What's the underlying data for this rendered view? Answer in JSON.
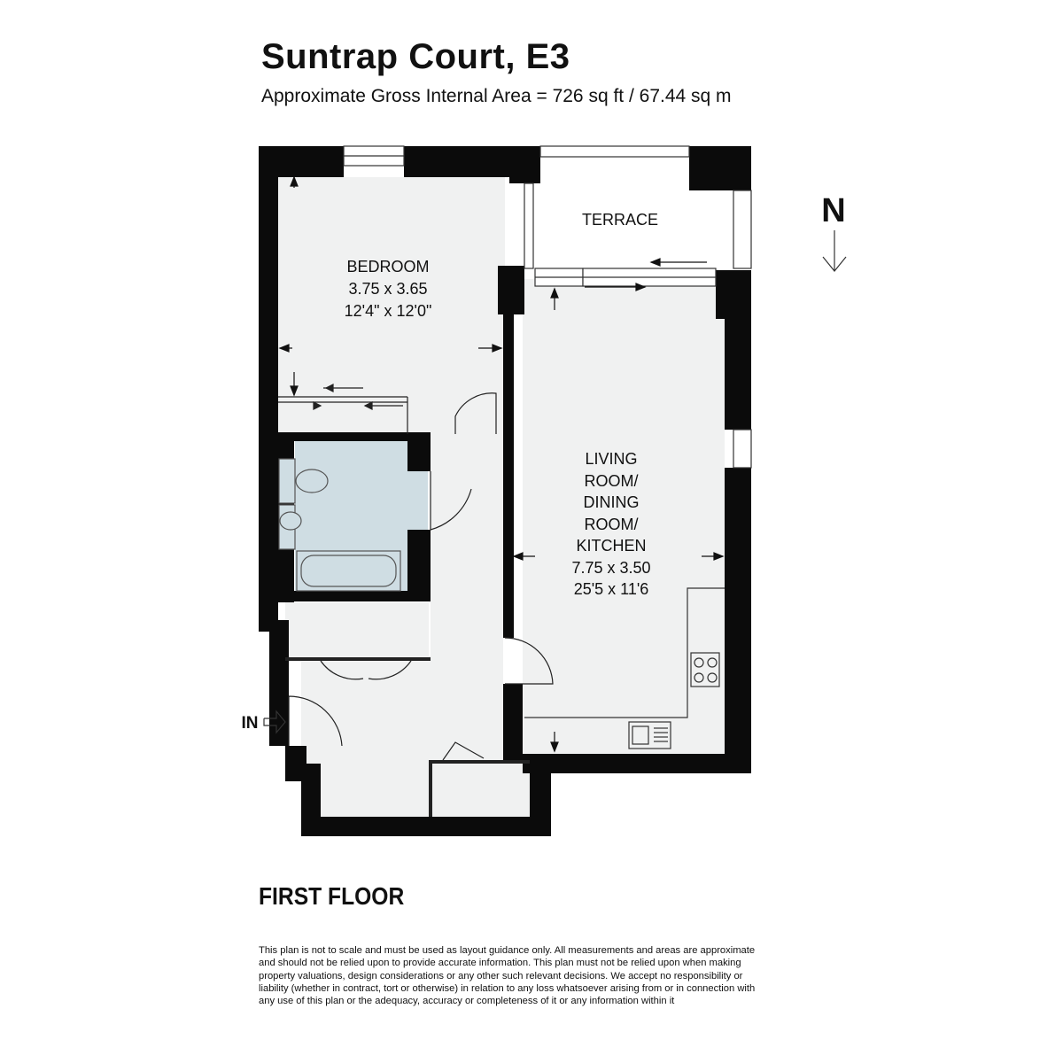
{
  "header": {
    "title": "Suntrap Court, E3",
    "area": "Approximate Gross Internal Area = 726 sq ft / 67.44 sq m"
  },
  "rooms": {
    "bedroom": {
      "name": "BEDROOM",
      "metric": "3.75 x 3.65",
      "imperial": "12'4\" x 12'0\""
    },
    "terrace": {
      "name": "TERRACE"
    },
    "living": {
      "name_lines": [
        "LIVING",
        "ROOM/",
        "DINING",
        "ROOM/",
        "KITCHEN"
      ],
      "metric": "7.75 x 3.50",
      "imperial": "25'5 x 11'6"
    }
  },
  "compass": {
    "label": "N"
  },
  "entrance": {
    "label": "IN"
  },
  "floor_label": "FIRST FLOOR",
  "disclaimer": "This plan is not to scale and must be used as layout guidance only. All measurements and areas are approximate and should not be relied upon to provide accurate information. This plan must not be relied upon when making property valuations, design considerations or any other such relevant decisions. We accept no responsibility or liability (whether in contract, tort or otherwise) in relation to any loss whatsoever arising from or in connection with any use of this plan or the adequacy, accuracy or completeness of it or any information within it",
  "colors": {
    "wall": "#0b0b0b",
    "floor": "#f0f1f1",
    "bathroom": "#cfdde3",
    "line": "#222222"
  }
}
